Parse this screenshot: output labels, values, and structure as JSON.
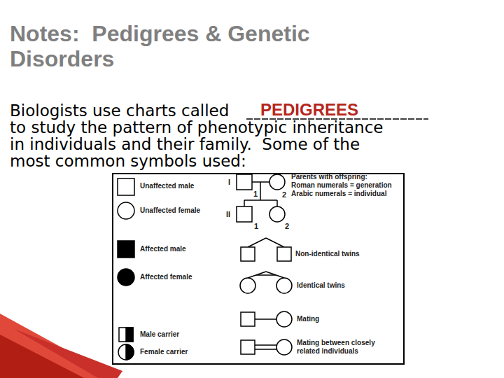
{
  "diagram": {
    "title": "Notes:  Pedigrees & Genetic Disorders",
    "labels": [
      "Biologists use charts called",
      "PEDIGREES",
      "to study the pattern of phenotypic inheritance in individuals and their family.  Some of the most common symbols used:",
      "Unaffected male",
      "Unaffected female",
      "Affected male",
      "Affected female",
      "Male carrier",
      "Female carrier",
      "I",
      "1",
      "2",
      "II",
      "1",
      "2",
      "Parents with offspring:",
      "Roman numerals = generation",
      "Arabic numerals = individual",
      "Non-identical twins",
      "Identical twins",
      "Mating",
      "Mating between closely related individuals"
    ]
  }
}
